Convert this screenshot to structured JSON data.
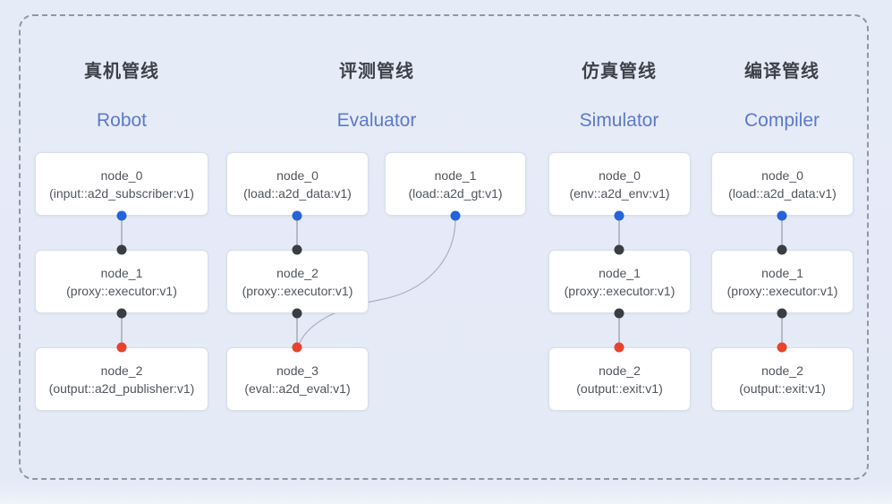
{
  "diagram": {
    "frame_style": "dashed",
    "colors": {
      "background": "#e6ebf8",
      "title_zh": "#3d4249",
      "title_en": "#5b7ac9",
      "node_text": "#50555c",
      "edge": "#949aa5",
      "port_blue": "#2563d8",
      "port_dark": "#3a3e43",
      "port_red": "#e8432d"
    },
    "pipelines": [
      {
        "title_zh": "真机管线",
        "title_en": "Robot",
        "nodes": [
          {
            "label": "node_0",
            "type": "(input::a2d_subscriber:v1)"
          },
          {
            "label": "node_1",
            "type": "(proxy::executor:v1)"
          },
          {
            "label": "node_2",
            "type": "(output::a2d_publisher:v1)"
          }
        ]
      },
      {
        "title_zh": "评测管线",
        "title_en": "Evaluator",
        "nodes": [
          {
            "label": "node_0",
            "type": "(load::a2d_data:v1)"
          },
          {
            "label": "node_1",
            "type": "(load::a2d_gt:v1)"
          },
          {
            "label": "node_2",
            "type": "(proxy::executor:v1)"
          },
          {
            "label": "node_3",
            "type": "(eval::a2d_eval:v1)"
          }
        ]
      },
      {
        "title_zh": "仿真管线",
        "title_en": "Simulator",
        "nodes": [
          {
            "label": "node_0",
            "type": "(env::a2d_env:v1)"
          },
          {
            "label": "node_1",
            "type": "(proxy::executor:v1)"
          },
          {
            "label": "node_2",
            "type": "(output::exit:v1)"
          }
        ]
      },
      {
        "title_zh": "编译管线",
        "title_en": "Compiler",
        "nodes": [
          {
            "label": "node_0",
            "type": "(load::a2d_data:v1)"
          },
          {
            "label": "node_1",
            "type": "(proxy::executor:v1)"
          },
          {
            "label": "node_2",
            "type": "(output::exit:v1)"
          }
        ]
      }
    ]
  }
}
